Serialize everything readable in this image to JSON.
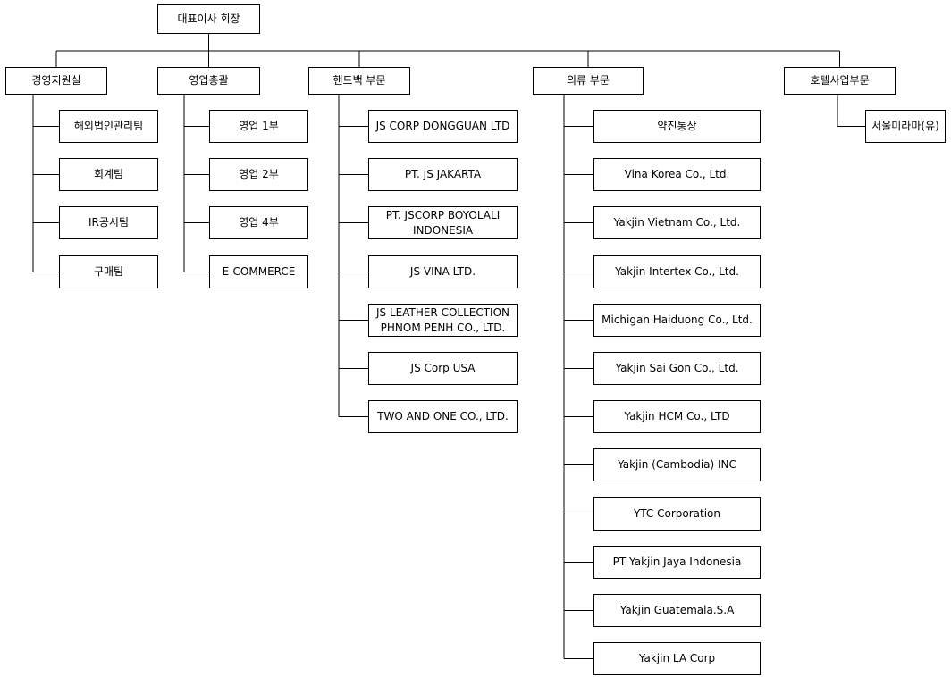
{
  "root": "대표이사 회장",
  "divisions": [
    {
      "name": "경영지원실",
      "children": [
        "해외법인관리팀",
        "회계팀",
        "IR공시팀",
        "구매팀"
      ]
    },
    {
      "name": "영업총괄",
      "children": [
        "영업 1부",
        "영업 2부",
        "영업 4부",
        "E-COMMERCE"
      ]
    },
    {
      "name": "핸드백 부문",
      "children": [
        "JS CORP DONGGUAN LTD",
        "PT. JS JAKARTA",
        "PT. JSCORP BOYOLALI\nINDONESIA",
        "JS VINA LTD.",
        "JS LEATHER COLLECTION\nPHNOM PENH CO., LTD.",
        "JS Corp USA",
        "TWO AND ONE CO., LTD."
      ]
    },
    {
      "name": "의류 부문",
      "children": [
        "약진통상",
        "Vina Korea Co., Ltd.",
        "Yakjin Vietnam Co., Ltd.",
        "Yakjin Intertex Co., Ltd.",
        "Michigan Haiduong Co., Ltd.",
        "Yakjin Sai Gon Co., Ltd.",
        "Yakjin HCM Co., LTD",
        "Yakjin (Cambodia) INC",
        "YTC Corporation",
        "PT Yakjin Jaya Indonesia",
        "Yakjin Guatemala.S.A",
        "Yakjin LA Corp"
      ]
    },
    {
      "name": "호텔사업부문",
      "children": [
        "서울미라마(유)"
      ]
    }
  ]
}
